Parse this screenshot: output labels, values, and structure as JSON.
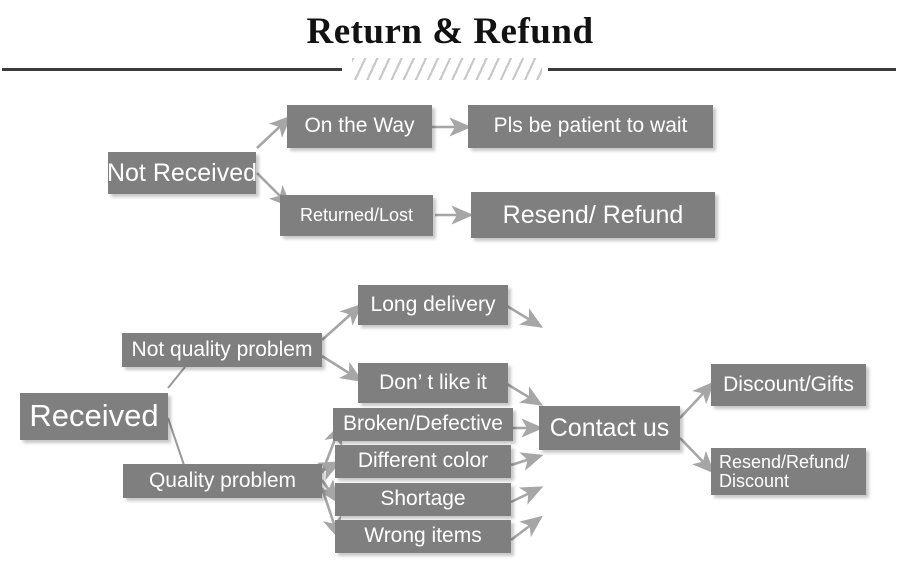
{
  "header": {
    "title": "Return & Refund",
    "divider_left_icon": "horizontal-rule",
    "divider_right_icon": "horizontal-rule",
    "hatch_icon": "diagonal-hatch-ornament"
  },
  "colors": {
    "node_fill": "#7f7f7f",
    "node_text": "#ffffff",
    "arrow": "#a6a6a6",
    "connector": "#9a9a9a",
    "title_text": "#121212",
    "divider": "#3b3b3b",
    "hatch": "#c9c9c9",
    "background": "#ffffff"
  },
  "flowchart": {
    "branches": {
      "not_received": {
        "root": "Not Received",
        "outcomes": [
          {
            "cause": "On the Way",
            "result": "Pls be patient to wait"
          },
          {
            "cause": "Returned/Lost",
            "result": "Resend/ Refund"
          }
        ]
      },
      "received": {
        "root": "Received",
        "categories": [
          {
            "label": "Not quality problem",
            "issues": [
              "Long delivery",
              "Don’ t like it"
            ]
          },
          {
            "label": "Quality problem",
            "issues": [
              "Broken/Defective",
              "Different color",
              "Shortage",
              "Wrong items"
            ]
          }
        ],
        "action": "Contact us",
        "resolutions": [
          "Discount/Gifts",
          "Resend/Refund/\nDiscount"
        ]
      }
    }
  }
}
